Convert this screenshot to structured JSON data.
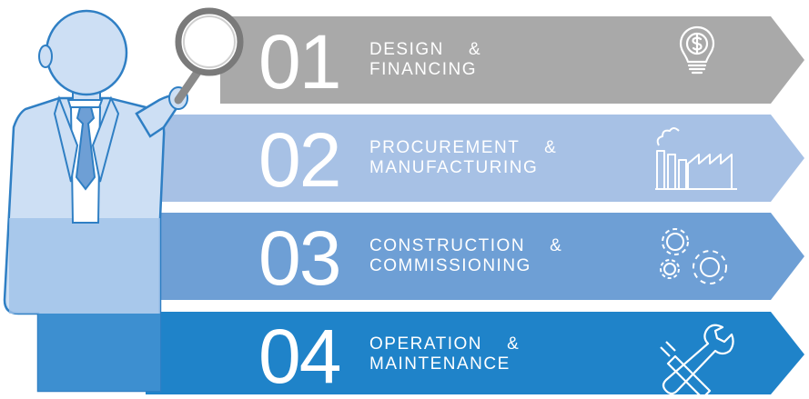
{
  "colors": {
    "step1": "#a9a9a9",
    "step2": "#a7c1e5",
    "step3": "#6e9fd5",
    "step4": "#1f83c9",
    "figure_light": "#cddff4",
    "figure_mid": "#9fc2e8",
    "figure_dark": "#3d8fd0",
    "outline": "#2f7fc4"
  },
  "steps": [
    {
      "number": "01",
      "title_line1": "DESIGN    &",
      "title_line2": "FINANCING",
      "icon": "dollar-lightbulb-icon"
    },
    {
      "number": "02",
      "title_line1": "PROCUREMENT    &",
      "title_line2": "MANUFACTURING",
      "icon": "factory-icon"
    },
    {
      "number": "03",
      "title_line1": "CONSTRUCTION    &",
      "title_line2": "COMMISSIONING",
      "icon": "gears-icon"
    },
    {
      "number": "04",
      "title_line1": "OPERATION    &",
      "title_line2": "MAINTENANCE",
      "icon": "wrench-screwdriver-icon"
    }
  ]
}
